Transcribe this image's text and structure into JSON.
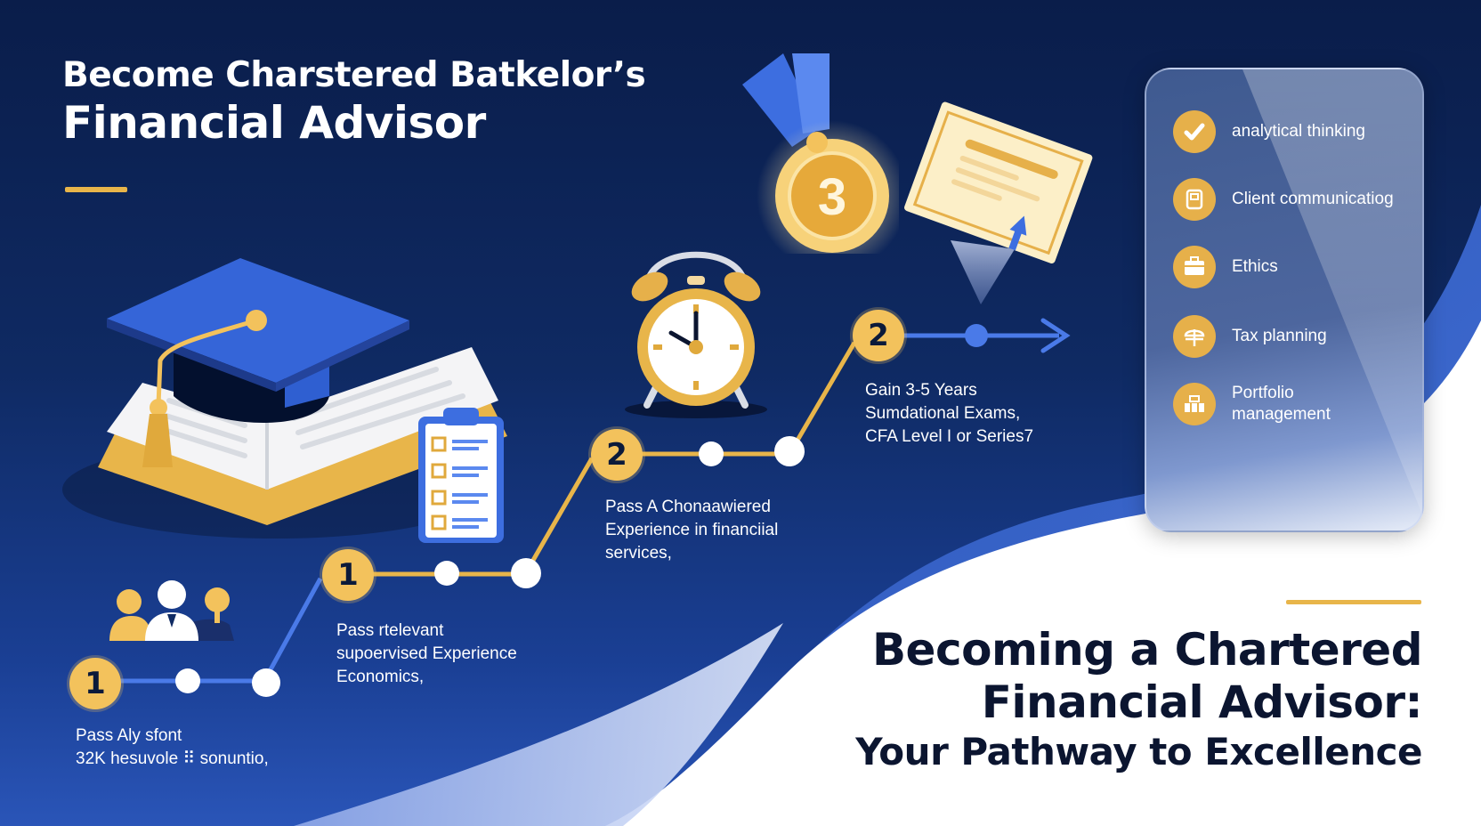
{
  "header": {
    "title_line1": "Become Charstered Batkelor’s",
    "title_line2": "Financial Advisor"
  },
  "timeline": {
    "steps": [
      {
        "badge": "1",
        "text_line1": "Pass Aly sfont",
        "text_line2": "32K hesuvole ⠿ sonuntio,",
        "text_line3": ""
      },
      {
        "badge": "1",
        "text_line1": "Pass rtelevant",
        "text_line2": "supoervised Experience",
        "text_line3": "Economics,"
      },
      {
        "badge": "2",
        "text_line1": "Pass A Chonaawiered",
        "text_line2": "Experience in financiial",
        "text_line3": "services,"
      },
      {
        "badge": "2",
        "text_line1": "Gain 3-5 Years",
        "text_line2": "Sumdational Exams,",
        "text_line3": "CFA Level I or Series7"
      }
    ],
    "medal_number": "3"
  },
  "skills": {
    "items": [
      {
        "label": "analytical thinking",
        "icon": "check-icon"
      },
      {
        "label": "Client communicatiog",
        "icon": "document-icon"
      },
      {
        "label": "Ethics",
        "icon": "briefcase-icon"
      },
      {
        "label": "Tax planning",
        "icon": "scale-icon"
      },
      {
        "label": "Portfolio management",
        "icon": "portfolio-icon"
      }
    ]
  },
  "footer": {
    "title_line1": "Becoming a Chartered",
    "title_line2": "Financial Advisor:",
    "subtitle": "Your Pathway to Excellence"
  },
  "colors": {
    "navy": "#0a1d4a",
    "royal_blue": "#2a55b8",
    "accent_blue": "#4a7ae8",
    "gold": "#f3c25c",
    "dark_text": "#0b1530",
    "white": "#ffffff"
  }
}
